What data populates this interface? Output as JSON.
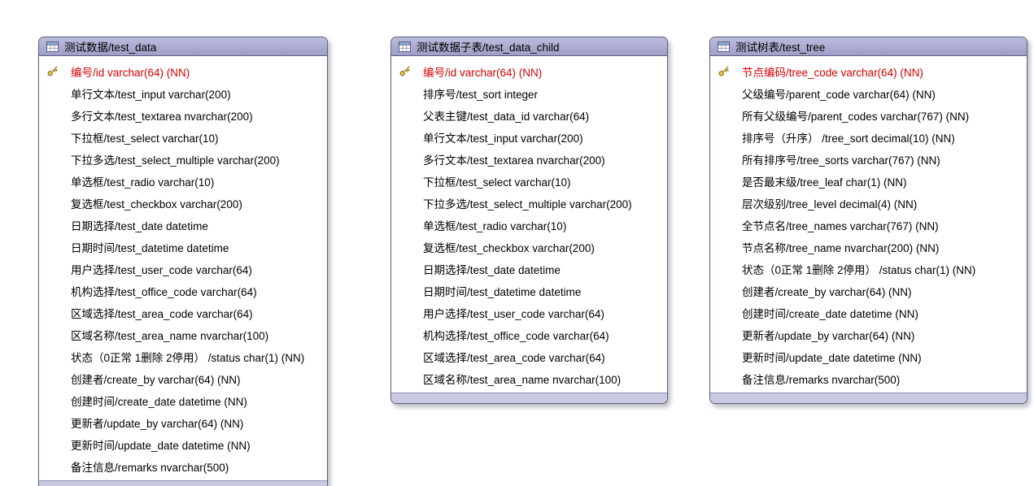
{
  "colors": {
    "header_bg": "#9e9ec8",
    "footer_bg": "#c9c9e2",
    "border": "#5f5f7e",
    "pk_text": "#d40000"
  },
  "diagram": {
    "tables": [
      {
        "title": "测试数据/test_data",
        "columns": [
          {
            "label": "编号/id varchar(64) (NN)",
            "pk": true
          },
          {
            "label": "单行文本/test_input varchar(200)",
            "pk": false
          },
          {
            "label": "多行文本/test_textarea nvarchar(200)",
            "pk": false
          },
          {
            "label": "下拉框/test_select varchar(10)",
            "pk": false
          },
          {
            "label": "下拉多选/test_select_multiple varchar(200)",
            "pk": false
          },
          {
            "label": "单选框/test_radio varchar(10)",
            "pk": false
          },
          {
            "label": "复选框/test_checkbox varchar(200)",
            "pk": false
          },
          {
            "label": "日期选择/test_date datetime",
            "pk": false
          },
          {
            "label": "日期时间/test_datetime datetime",
            "pk": false
          },
          {
            "label": "用户选择/test_user_code varchar(64)",
            "pk": false
          },
          {
            "label": "机构选择/test_office_code varchar(64)",
            "pk": false
          },
          {
            "label": "区域选择/test_area_code varchar(64)",
            "pk": false
          },
          {
            "label": "区域名称/test_area_name nvarchar(100)",
            "pk": false
          },
          {
            "label": "状态（0正常 1删除 2停用） /status char(1) (NN)",
            "pk": false
          },
          {
            "label": "创建者/create_by varchar(64) (NN)",
            "pk": false
          },
          {
            "label": "创建时间/create_date datetime (NN)",
            "pk": false
          },
          {
            "label": "更新者/update_by varchar(64) (NN)",
            "pk": false
          },
          {
            "label": "更新时间/update_date datetime (NN)",
            "pk": false
          },
          {
            "label": "备注信息/remarks nvarchar(500)",
            "pk": false
          }
        ]
      },
      {
        "title": "测试数据子表/test_data_child",
        "columns": [
          {
            "label": "编号/id varchar(64) (NN)",
            "pk": true
          },
          {
            "label": "排序号/test_sort integer",
            "pk": false
          },
          {
            "label": "父表主键/test_data_id varchar(64)",
            "pk": false
          },
          {
            "label": "单行文本/test_input varchar(200)",
            "pk": false
          },
          {
            "label": "多行文本/test_textarea nvarchar(200)",
            "pk": false
          },
          {
            "label": "下拉框/test_select varchar(10)",
            "pk": false
          },
          {
            "label": "下拉多选/test_select_multiple varchar(200)",
            "pk": false
          },
          {
            "label": "单选框/test_radio varchar(10)",
            "pk": false
          },
          {
            "label": "复选框/test_checkbox varchar(200)",
            "pk": false
          },
          {
            "label": "日期选择/test_date datetime",
            "pk": false
          },
          {
            "label": "日期时间/test_datetime datetime",
            "pk": false
          },
          {
            "label": "用户选择/test_user_code varchar(64)",
            "pk": false
          },
          {
            "label": "机构选择/test_office_code varchar(64)",
            "pk": false
          },
          {
            "label": "区域选择/test_area_code varchar(64)",
            "pk": false
          },
          {
            "label": "区域名称/test_area_name nvarchar(100)",
            "pk": false
          }
        ]
      },
      {
        "title": "测试树表/test_tree",
        "columns": [
          {
            "label": "节点编码/tree_code varchar(64) (NN)",
            "pk": true
          },
          {
            "label": "父级编号/parent_code varchar(64) (NN)",
            "pk": false
          },
          {
            "label": "所有父级编号/parent_codes varchar(767) (NN)",
            "pk": false
          },
          {
            "label": "排序号（升序） /tree_sort decimal(10) (NN)",
            "pk": false
          },
          {
            "label": "所有排序号/tree_sorts varchar(767) (NN)",
            "pk": false
          },
          {
            "label": "是否最末级/tree_leaf char(1) (NN)",
            "pk": false
          },
          {
            "label": "层次级别/tree_level decimal(4) (NN)",
            "pk": false
          },
          {
            "label": "全节点名/tree_names varchar(767) (NN)",
            "pk": false
          },
          {
            "label": "节点名称/tree_name nvarchar(200) (NN)",
            "pk": false
          },
          {
            "label": "状态（0正常 1删除 2停用） /status char(1) (NN)",
            "pk": false
          },
          {
            "label": "创建者/create_by varchar(64) (NN)",
            "pk": false
          },
          {
            "label": "创建时间/create_date datetime (NN)",
            "pk": false
          },
          {
            "label": "更新者/update_by varchar(64) (NN)",
            "pk": false
          },
          {
            "label": "更新时间/update_date datetime (NN)",
            "pk": false
          },
          {
            "label": "备注信息/remarks nvarchar(500)",
            "pk": false
          }
        ]
      }
    ]
  }
}
